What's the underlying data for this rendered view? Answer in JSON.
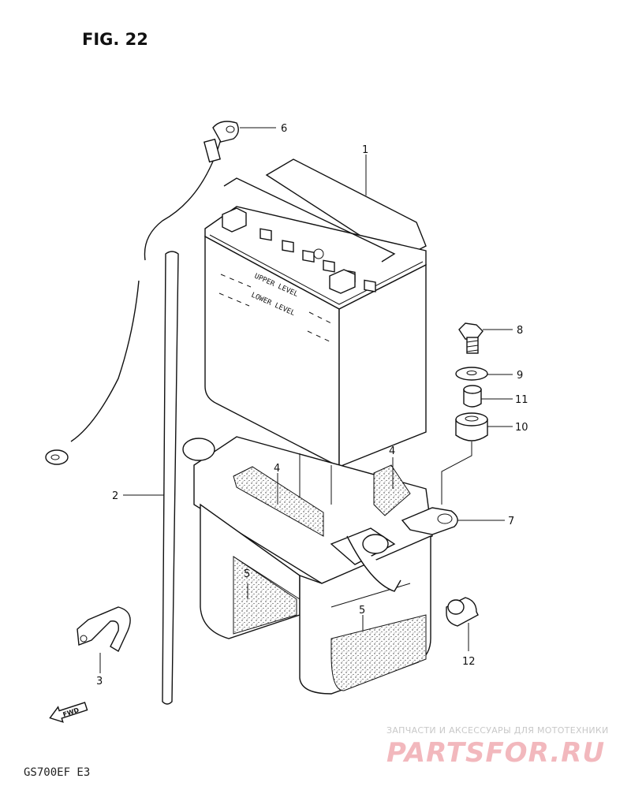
{
  "figure_title": "FIG. 22",
  "model_label": "GS700EF  E3",
  "fwd_label": "FWD",
  "battery_text": {
    "upper": "UPPER LEVEL",
    "lower": "LOWER LEVEL"
  },
  "callouts": [
    {
      "id": "1",
      "text": "1"
    },
    {
      "id": "2",
      "text": "2"
    },
    {
      "id": "3",
      "text": "3"
    },
    {
      "id": "4a",
      "text": "4"
    },
    {
      "id": "4b",
      "text": "4"
    },
    {
      "id": "5a",
      "text": "5"
    },
    {
      "id": "5b",
      "text": "5"
    },
    {
      "id": "6",
      "text": "6"
    },
    {
      "id": "7",
      "text": "7"
    },
    {
      "id": "8",
      "text": "8"
    },
    {
      "id": "9",
      "text": "9"
    },
    {
      "id": "10",
      "text": "10"
    },
    {
      "id": "11",
      "text": "11"
    },
    {
      "id": "12",
      "text": "12"
    }
  ],
  "watermark": {
    "top": "ЗАПЧАСТИ И АКСЕССУАРЫ ДЛЯ МОТОТЕХНИКИ",
    "logo": "PARTSFOR.RU",
    "color": "#f2b8bd"
  }
}
